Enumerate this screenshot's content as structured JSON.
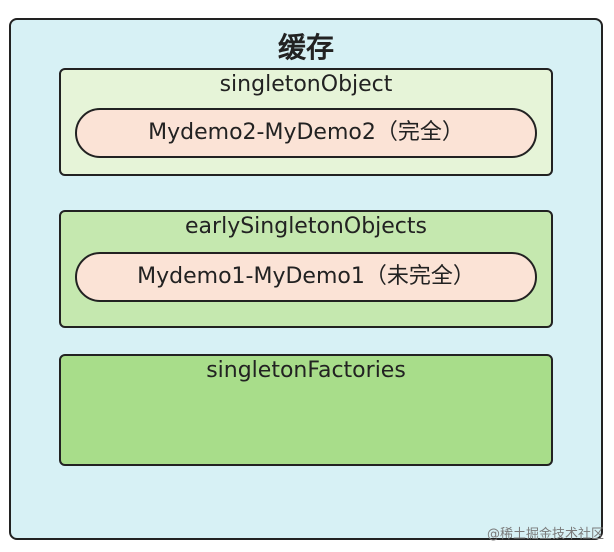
{
  "cache": {
    "title": "缓存",
    "singleton_objects": {
      "label": "singletonObject",
      "entry": "Mydemo2-MyDemo2（完全）"
    },
    "early_singleton_objects": {
      "label": "earlySingletonObjects",
      "entry": "Mydemo1-MyDemo1（未完全）"
    },
    "singleton_factories": {
      "label": "singletonFactories"
    }
  },
  "watermark": "@稀土掘金技术社区"
}
